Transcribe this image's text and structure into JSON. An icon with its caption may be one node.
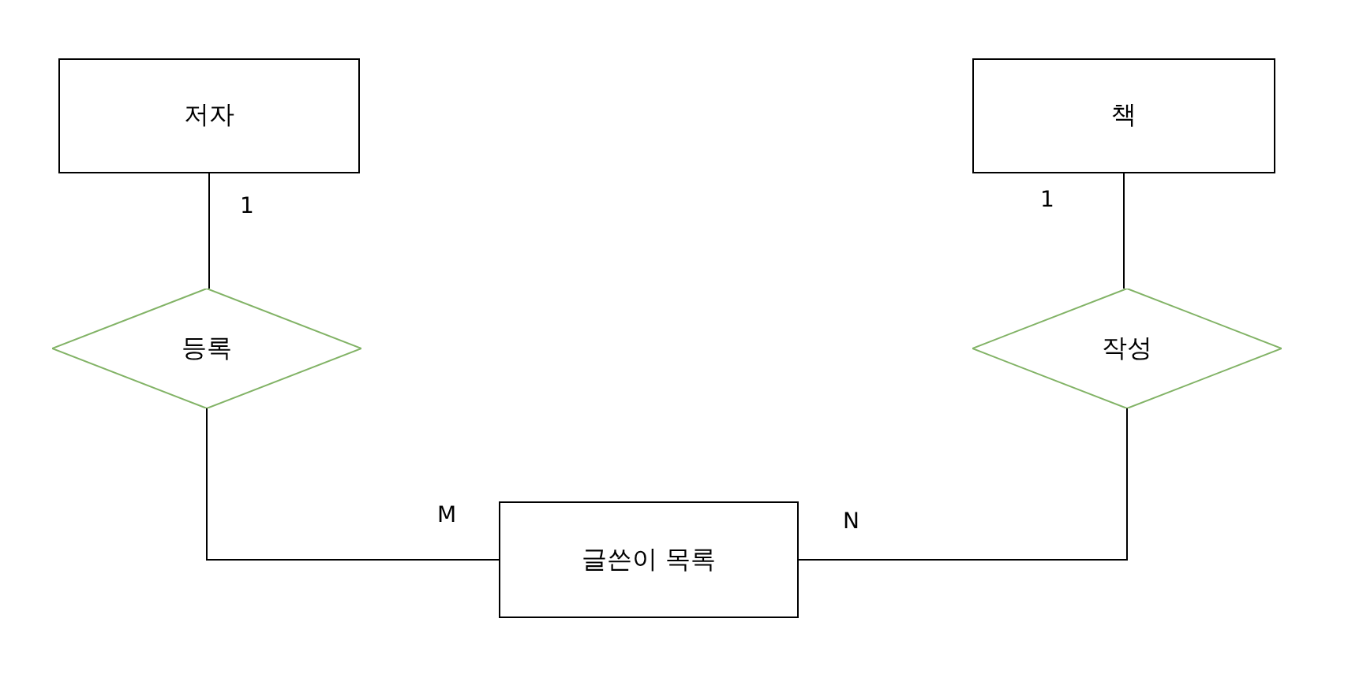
{
  "diagram": {
    "nodes": [
      {
        "text": [
          "저자"
        ]
      },
      {
        "text": [
          "책"
        ]
      },
      {
        "text": [
          "등록"
        ]
      },
      {
        "text": [
          "작성"
        ]
      },
      {
        "text": [
          "글쓴이 목록"
        ]
      }
    ],
    "edges": [
      {
        "from": 0,
        "to": 2,
        "arrow": "none",
        "label": "1"
      },
      {
        "from": 2,
        "to": 4,
        "arrow": "none",
        "label": "M"
      },
      {
        "from": 1,
        "to": 3,
        "arrow": "none",
        "label": "1"
      },
      {
        "from": 3,
        "to": 4,
        "arrow": "none",
        "label": "N"
      }
    ]
  }
}
